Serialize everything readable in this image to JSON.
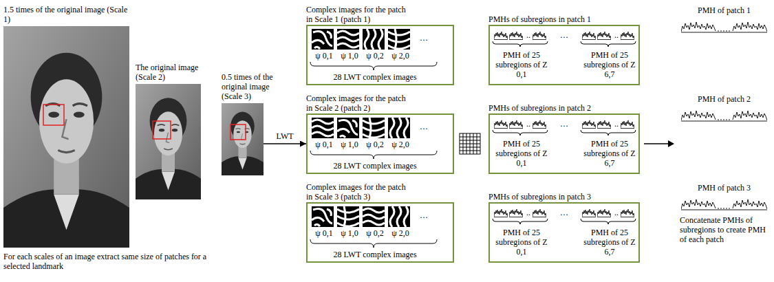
{
  "diagram": {
    "nodes": [
      {
        "text": [
          "1.5 times of the original image (Scale 1)"
        ]
      },
      {
        "text": [
          "The original image (Scale 2)"
        ]
      },
      {
        "text": [
          "0.5 times of the original image (Scale 3)"
        ]
      },
      {
        "text": [
          "Complex images for the patch in Scale 1 (patch 1)",
          "28 LWT complex images"
        ]
      },
      {
        "text": [
          "Complex images for the patch in Scale 2 (patch 2)",
          "28 LWT complex images"
        ]
      },
      {
        "text": [
          "Complex images for the patch in Scale 3 (patch 3)",
          "28 LWT complex images"
        ]
      },
      {
        "text": [
          "PMHs of subregions in patch 1",
          "PMH of 25 subregions of Z 0,1",
          "…",
          "PMH of 25 subregions of Z 6,7"
        ]
      },
      {
        "text": [
          "PMHs of subregions in patch 2",
          "PMH of 25 subregions of Z 0,1",
          "…",
          "PMH of 25 subregions of Z 6,7"
        ]
      },
      {
        "text": [
          "PMHs of subregions in patch 3",
          "PMH of 25 subregions of Z 0,1",
          "…",
          "PMH of 25 subregions of Z 6,7"
        ]
      }
    ],
    "edges": [
      {
        "from": 2,
        "to": 4,
        "arrow": "to",
        "label": "LWT"
      }
    ],
    "labels": [
      "ψ 0,1",
      "ψ 1,0",
      "ψ 0,2",
      "ψ 2,0",
      "…",
      "ψ 0,1",
      "ψ 1,0",
      "ψ 0,2",
      "ψ 2,0",
      "…",
      "ψ 0,1",
      "ψ 1,0",
      "ψ 0,2",
      "ψ 2,0",
      "…",
      "..",
      "..",
      "..",
      "..",
      "..",
      "..",
      "For each scales of an image extract same size of patches for a selected landmark",
      "PMH of patch 1",
      "PMH of patch 2",
      "PMH of patch 3",
      "Concatenate PMHs of subregions to create PMH of each patch"
    ]
  }
}
